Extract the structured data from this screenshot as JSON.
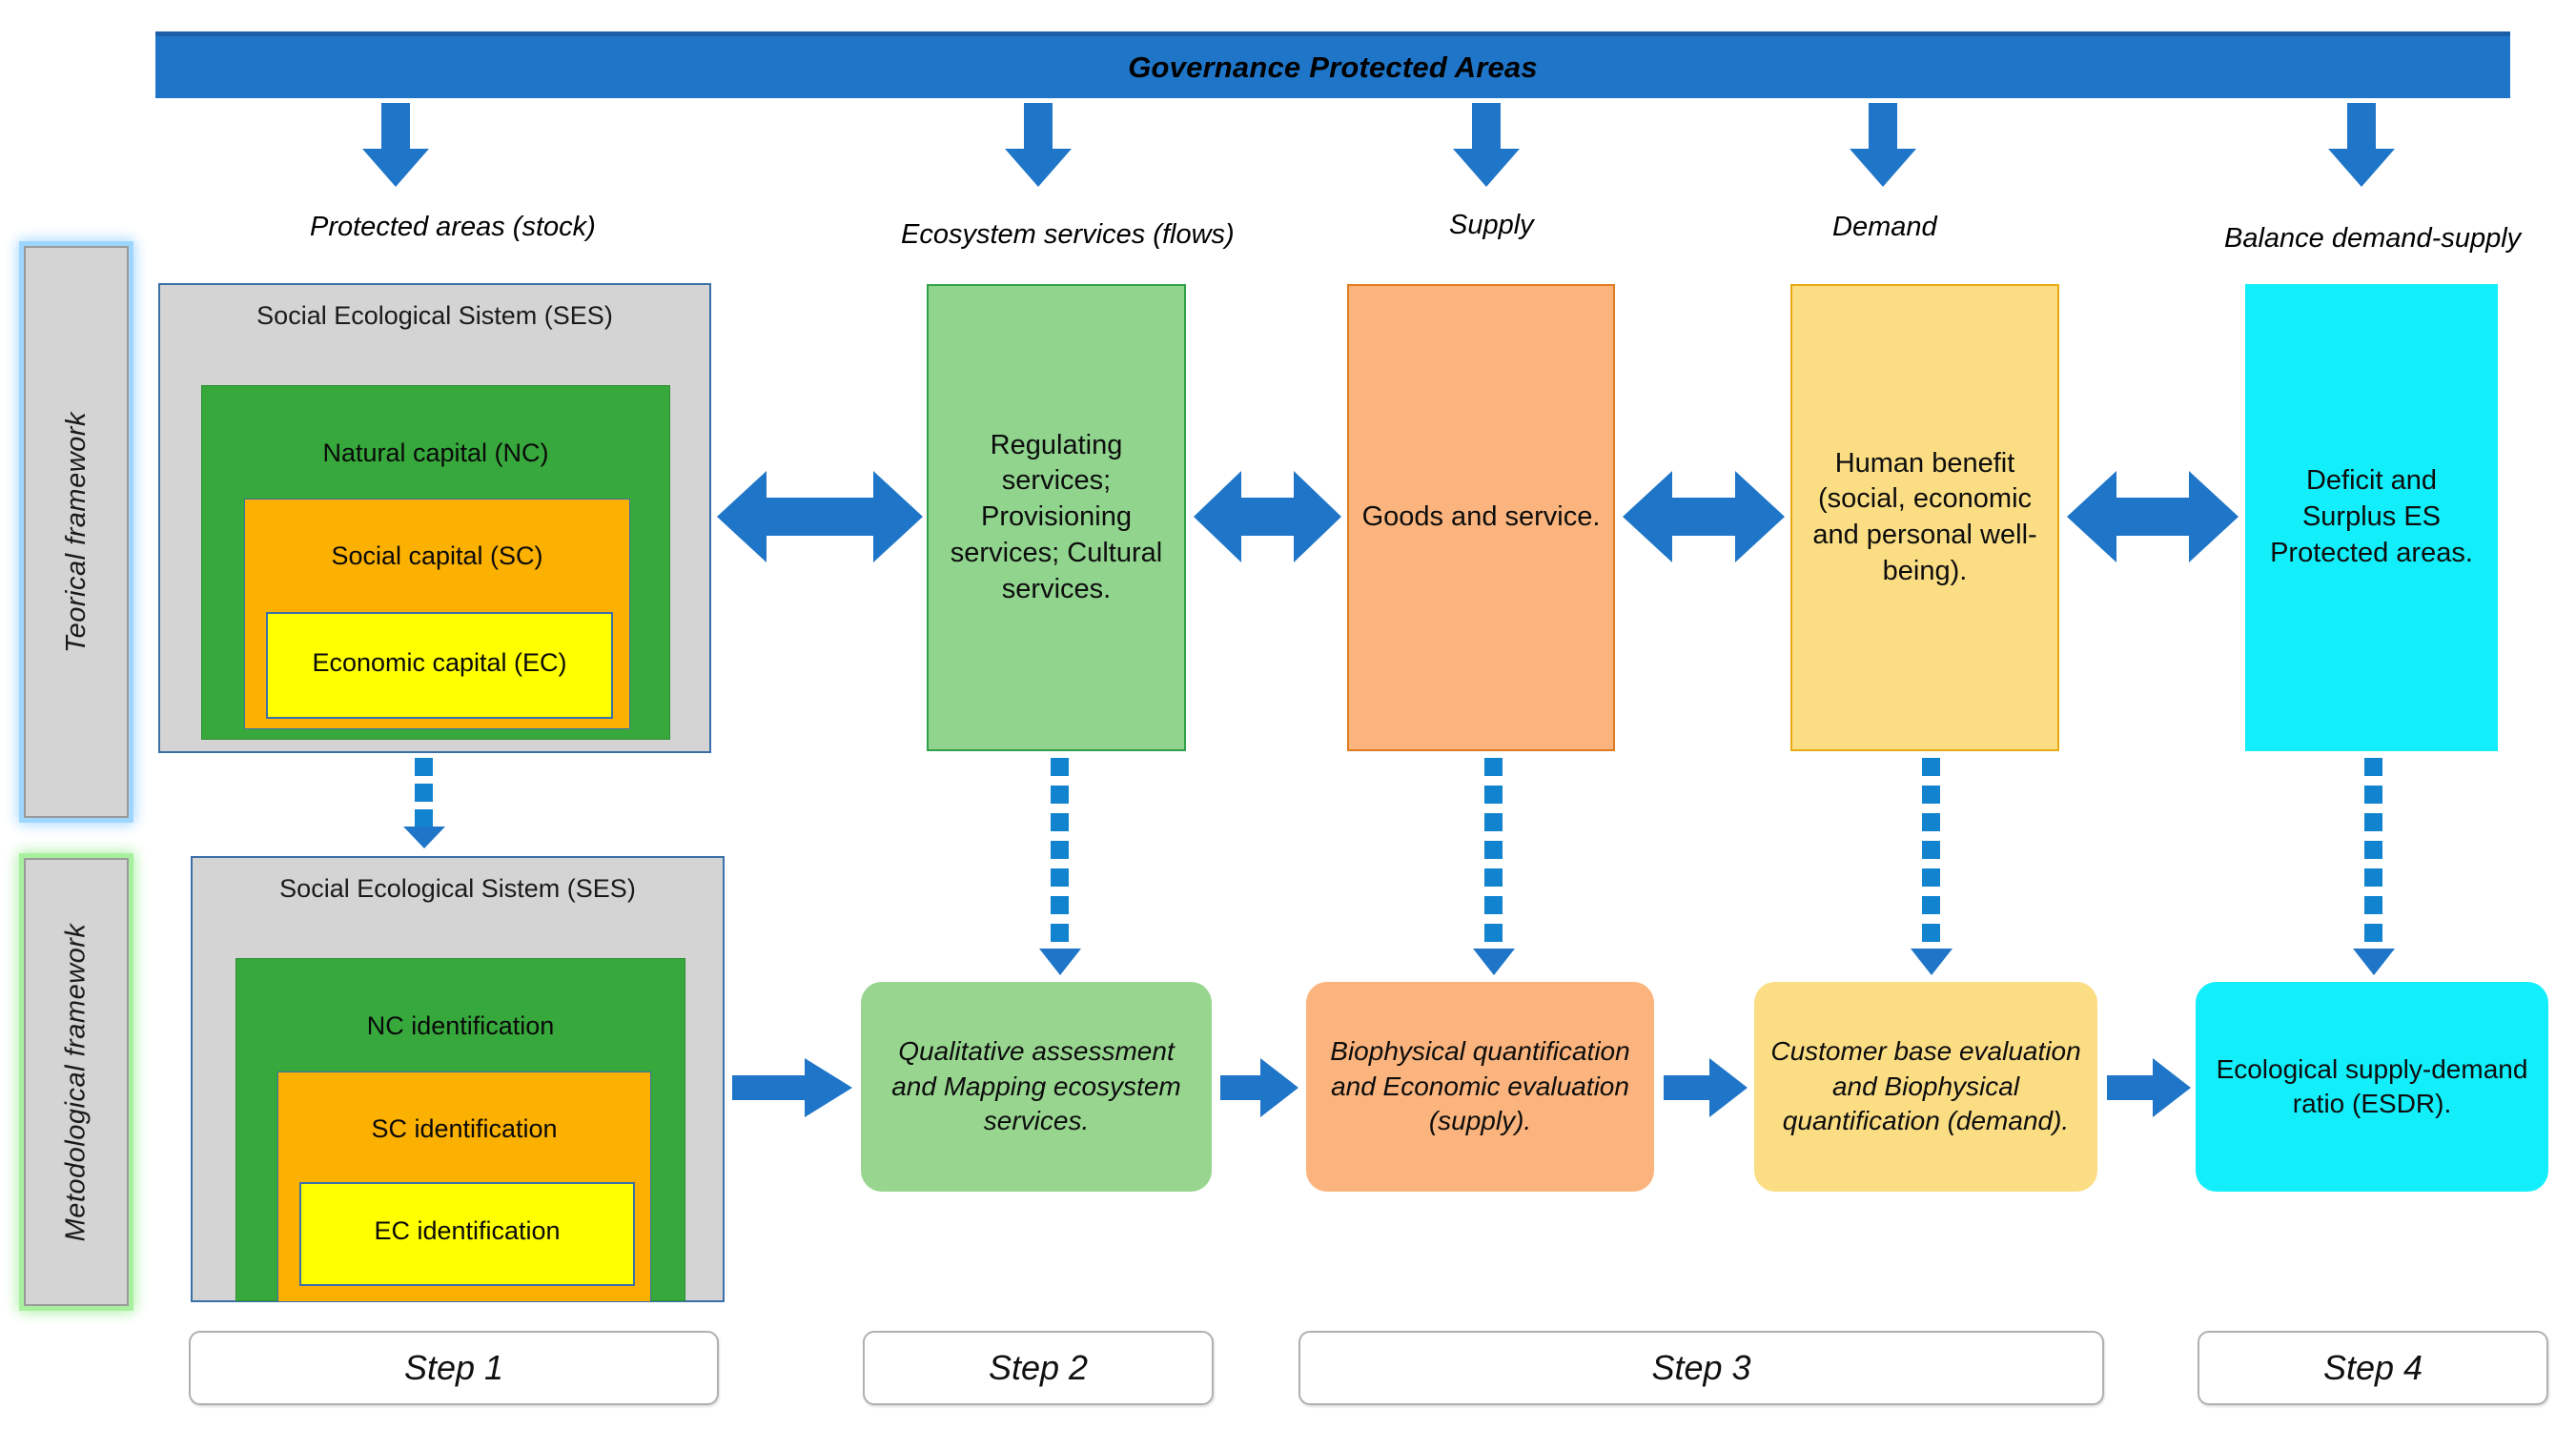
{
  "banner": {
    "title": "Governance Protected Areas"
  },
  "column_captions": [
    {
      "id": "stock",
      "label": "Protected areas (stock)"
    },
    {
      "id": "flows",
      "label": "Ecosystem services (flows)"
    },
    {
      "id": "supply",
      "label": "Supply"
    },
    {
      "id": "demand",
      "label": "Demand"
    },
    {
      "id": "balance",
      "label": "Balance demand-supply"
    }
  ],
  "frameworks": {
    "theoretical": {
      "label": "Teorical framework",
      "accent": "#9fd6ff"
    },
    "methodological": {
      "label": "Metodological framework",
      "accent": "#a8f0a0"
    }
  },
  "theoretical_row": {
    "ses": {
      "title": "Social Ecological Sistem (SES)",
      "natural_capital": "Natural capital (NC)",
      "social_capital": "Social capital (SC)",
      "economic_capital": "Economic  capital (EC)"
    },
    "ecosystem_services": "Regulating services; Provisioning services; Cultural services.",
    "goods_and_service": "Goods and service.",
    "human_benefit": "Human benefit (social, economic and personal well-being).",
    "deficit_surplus": "Deficit and Surplus ES Protected areas."
  },
  "methodological_row": {
    "ses": {
      "title": "Social Ecological Sistem (SES)",
      "natural_capital": "NC identification",
      "social_capital": "SC identification",
      "economic_capital": "EC identification"
    },
    "qualitative": "Qualitative assessment and Mapping ecosystem services.",
    "biophysical": "Biophysical quantification and Economic evaluation (supply).",
    "customer_base": "Customer base evaluation and Biophysical quantification (demand).",
    "esdr": "Ecological supply-demand ratio (ESDR)."
  },
  "steps": [
    {
      "id": "step-1",
      "label": "Step 1"
    },
    {
      "id": "step-2",
      "label": "Step 2"
    },
    {
      "id": "step-3",
      "label": "Step 3"
    },
    {
      "id": "step-4",
      "label": "Step 4"
    }
  ],
  "colors": {
    "banner_blue": "#1f76c8",
    "arrow_blue": "#1f76c8",
    "natural_capital_green": "#37a83c",
    "social_capital_orange": "#fcb000",
    "economic_capital_yellow": "#ffff00",
    "ses_gray": "#d4d4d4",
    "services_green": "#90d48e",
    "goods_orange": "#fbb47d",
    "human_yellow": "#fbdd84",
    "balance_cyan": "#12eefa"
  }
}
